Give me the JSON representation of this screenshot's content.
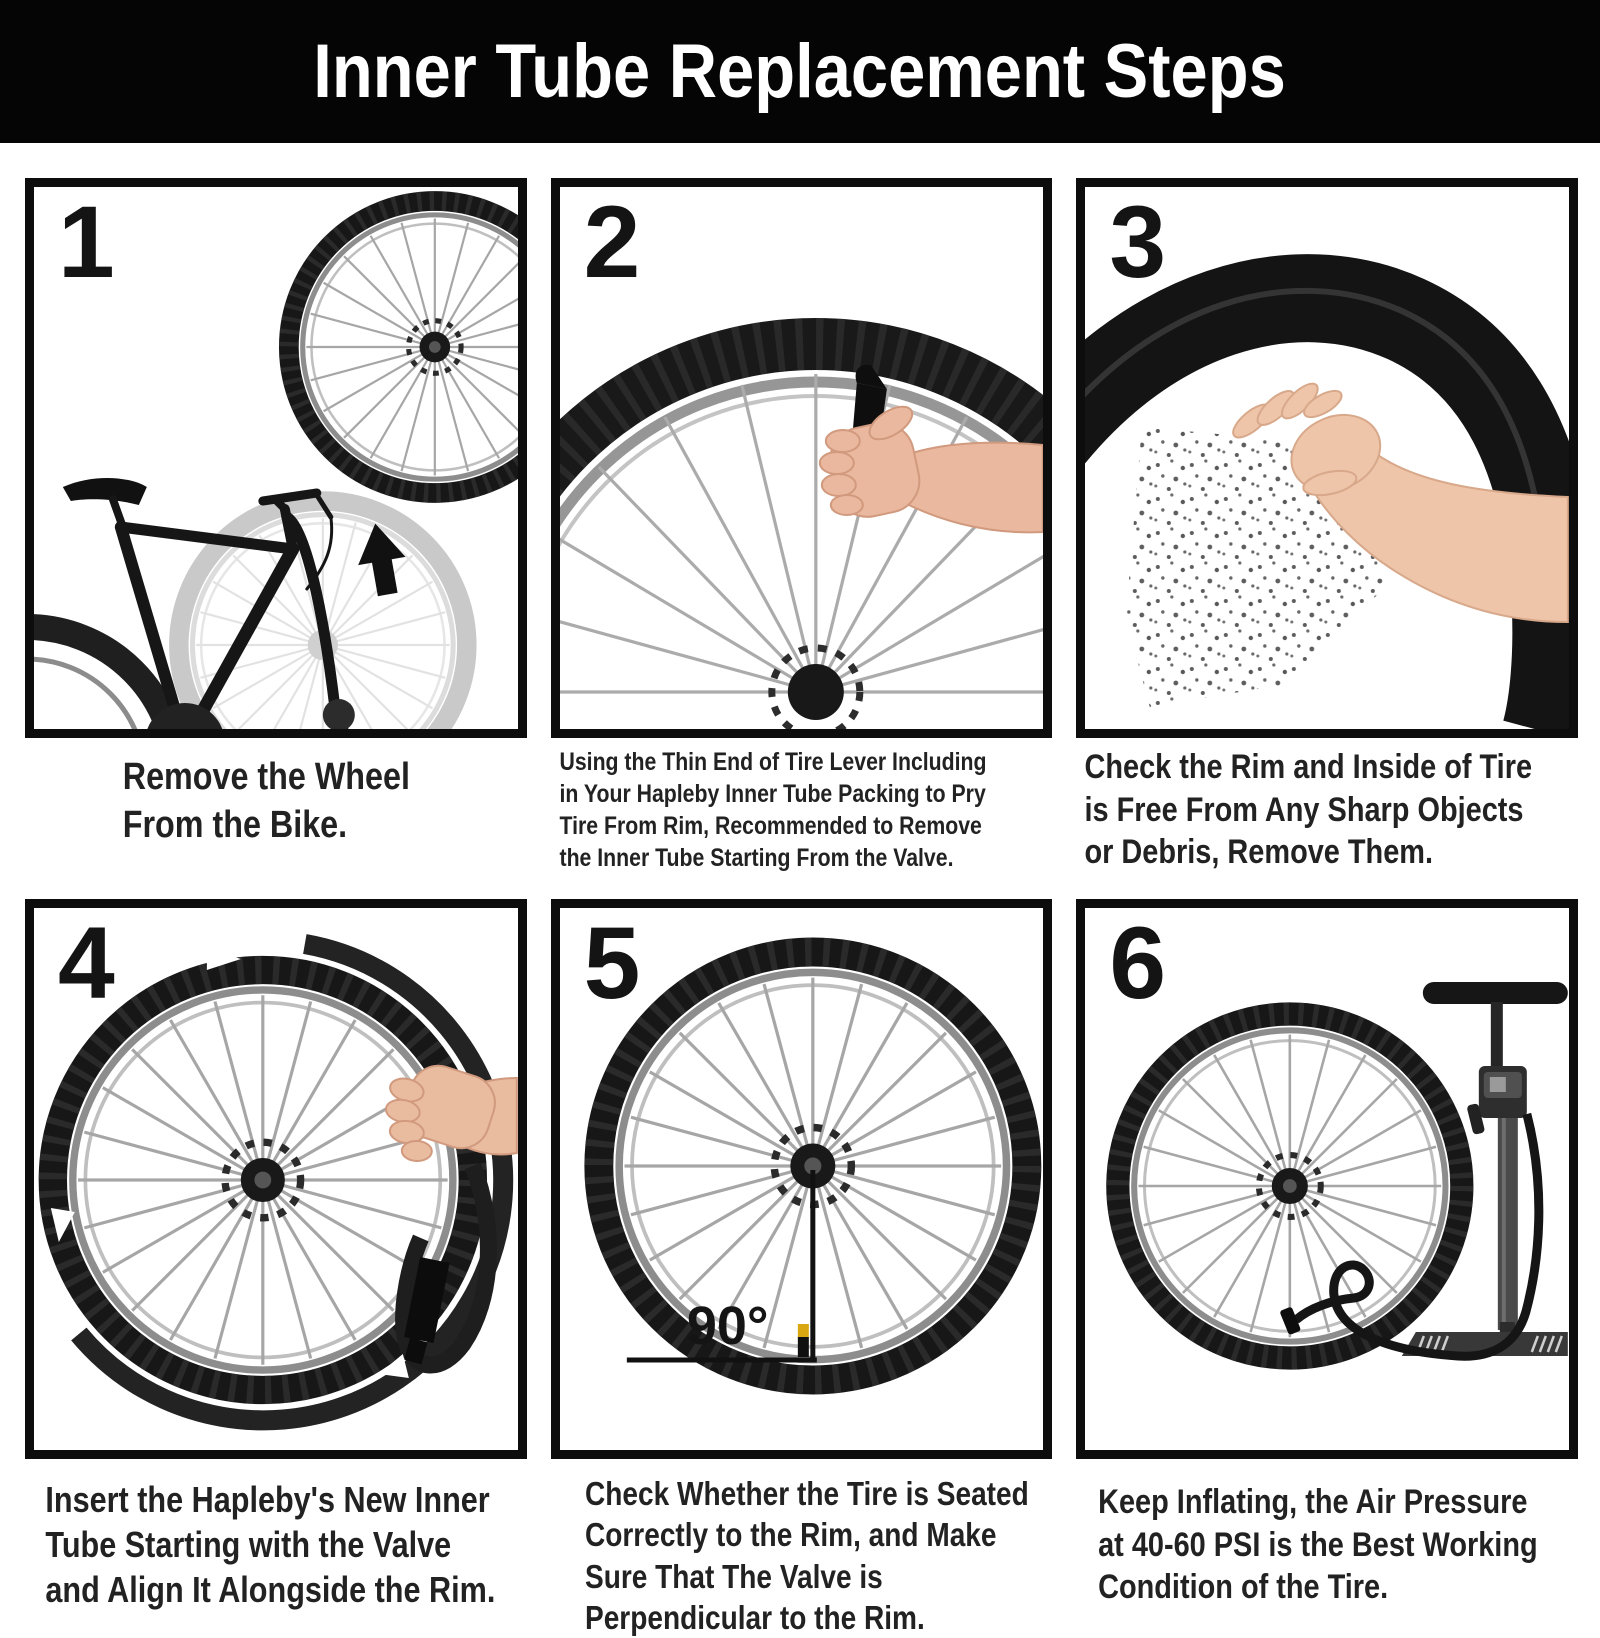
{
  "header": {
    "title": "Inner Tube Replacement Steps",
    "bg_color": "#050505",
    "text_color": "#ffffff"
  },
  "steps": [
    {
      "number": "1",
      "caption": "Remove the Wheel\nFrom the Bike."
    },
    {
      "number": "2",
      "caption": "Using the Thin End of Tire Lever Including\nin Your Hapleby Inner Tube Packing to Pry\nTire From Rim, Recommended to Remove\nthe Inner Tube Starting From the Valve."
    },
    {
      "number": "3",
      "caption": "Check the Rim and Inside of Tire\nis Free From Any Sharp Objects\nor Debris, Remove Them."
    },
    {
      "number": "4",
      "caption": "Insert the Hapleby's New Inner\nTube Starting with the Valve\nand Align It Alongside the Rim."
    },
    {
      "number": "5",
      "caption": "Check Whether the Tire is Seated\nCorrectly to the Rim, and Make\nSure That The Valve is\nPerpendicular to the Rim.",
      "angle_label": "90°"
    },
    {
      "number": "6",
      "caption": "Keep Inflating, the Air Pressure\nat 40-60 PSI is the Best Working\nCondition of the Tire."
    }
  ],
  "colors": {
    "panel_border": "#0d0d0d",
    "tire_black": "#171717",
    "rim_gray": "#8d8d8d",
    "spoke_gray": "#a6a6a6",
    "ghost_gray": "#c9c9c9",
    "skin": "#eab89e",
    "valve_yellow": "#d9a712",
    "caption_text": "#222222"
  }
}
